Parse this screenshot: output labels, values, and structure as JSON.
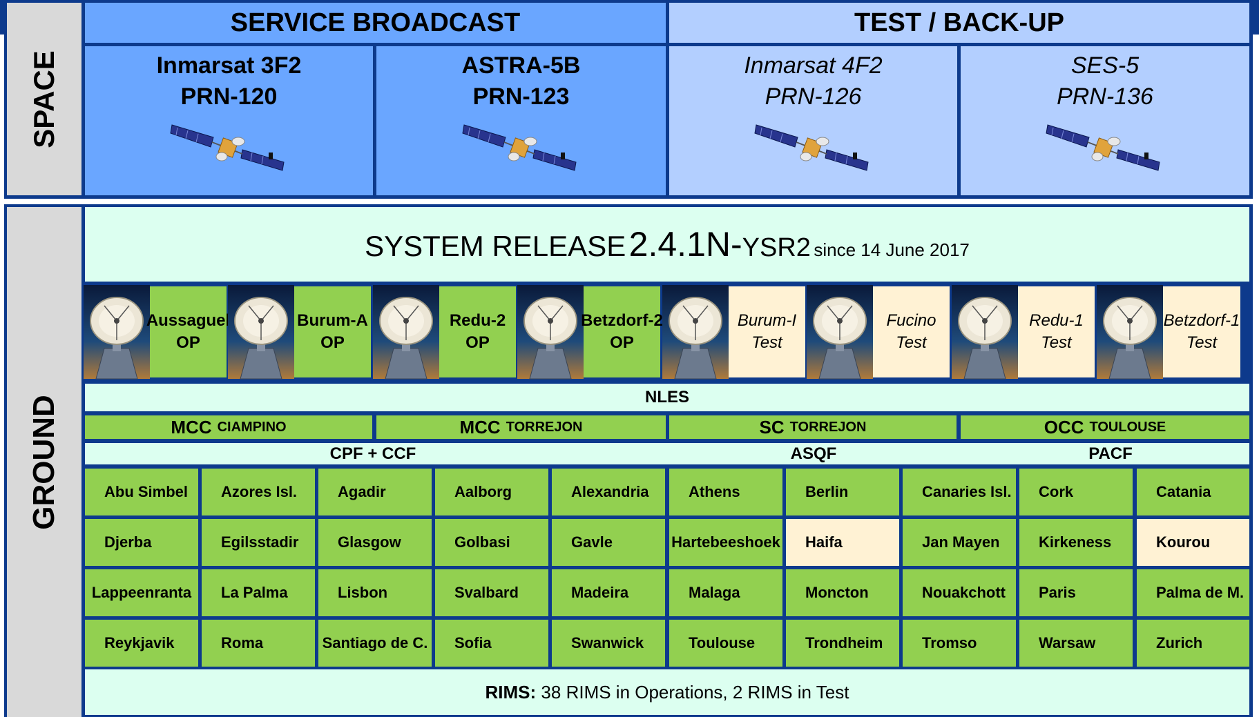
{
  "space": {
    "side_label": "SPACE",
    "service_broadcast": "SERVICE BROADCAST",
    "test_backup": "TEST / BACK-UP",
    "satellites": [
      {
        "name": "Inmarsat 3F2",
        "prn": "PRN-120",
        "group": "service"
      },
      {
        "name": "ASTRA-5B",
        "prn": "PRN-123",
        "group": "service"
      },
      {
        "name": "Inmarsat 4F2",
        "prn": "PRN-126",
        "group": "test"
      },
      {
        "name": "SES-5",
        "prn": "PRN-136",
        "group": "test"
      }
    ],
    "satellite_icon": "satellite-icon"
  },
  "ground": {
    "side_label": "GROUND",
    "release": {
      "prefix": "SYSTEM RELEASE",
      "version": "2.4.1N-",
      "suffix": "YSR2",
      "since": "since 14 June 2017"
    },
    "stations": [
      {
        "name": "Aussaguel",
        "status": "OP",
        "mode": "op"
      },
      {
        "name": "Burum-A",
        "status": "OP",
        "mode": "op"
      },
      {
        "name": "Redu-2",
        "status": "OP",
        "mode": "op"
      },
      {
        "name": "Betzdorf-2",
        "status": "OP",
        "mode": "op"
      },
      {
        "name": "Burum-I",
        "status": "Test",
        "mode": "test"
      },
      {
        "name": "Fucino",
        "status": "Test",
        "mode": "test"
      },
      {
        "name": "Redu-1",
        "status": "Test",
        "mode": "test"
      },
      {
        "name": "Betzdorf-1",
        "status": "Test",
        "mode": "test"
      }
    ],
    "dish_icon": "antenna-dish-icon",
    "nles": "NLES",
    "centres": [
      {
        "main": "MCC",
        "sub": "CIAMPINO"
      },
      {
        "main": "MCC",
        "sub": "TORREJON"
      },
      {
        "main": "SC",
        "sub": "TORREJON"
      },
      {
        "main": "OCC",
        "sub": "TOULOUSE"
      }
    ],
    "facilities": [
      "CPF + CCF",
      "ASQF",
      "PACF"
    ],
    "rims_sites": [
      [
        "Abu Simbel",
        "Azores Isl.",
        "Agadir",
        "Aalborg",
        "Alexandria",
        "Athens",
        "Berlin",
        "Canaries Isl.",
        "Cork",
        "Catania"
      ],
      [
        "Djerba",
        "Egilsstadir",
        "Glasgow",
        "Golbasi",
        "Gavle",
        "Hartebeeshoek",
        "Haifa",
        "Jan Mayen",
        "Kirkeness",
        "Kourou"
      ],
      [
        "Lappeenranta",
        "La Palma",
        "Lisbon",
        "Svalbard",
        "Madeira",
        "Malaga",
        "Moncton",
        "Nouakchott",
        "Paris",
        "Palma de M."
      ],
      [
        "Reykjavik",
        "Roma",
        "Santiago de C.",
        "Sofia",
        "Swanwick",
        "Toulouse",
        "Trondheim",
        "Tromso",
        "Warsaw",
        "Zurich"
      ]
    ],
    "test_sites": [
      "Haifa",
      "Kourou"
    ],
    "rims_label": "RIMS:",
    "rims_text": "38 RIMS in Operations, 2 RIMS in Test"
  },
  "colors": {
    "border": "#0d3a8c",
    "service_blue": "#6aa6ff",
    "test_blue": "#b3cfff",
    "ops_green": "#92d050",
    "test_cream": "#fff2d4",
    "light_mint": "#dcfff0",
    "side_grey": "#d9d9d9"
  }
}
